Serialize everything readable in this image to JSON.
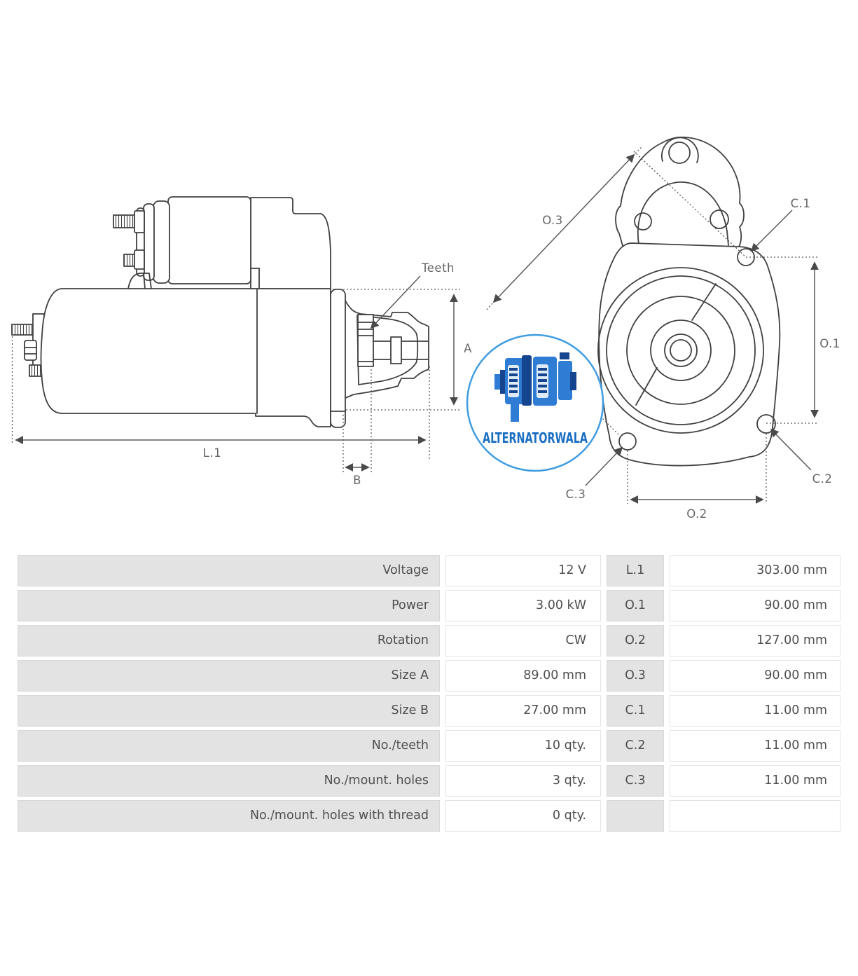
{
  "drawing": {
    "side_view": {
      "labels": {
        "teeth": "Teeth",
        "l1": "L.1",
        "b": "B",
        "a": "A"
      }
    },
    "front_view": {
      "labels": {
        "o3": "O.3",
        "o1": "O.1",
        "o2": "O.2",
        "c1": "C.1",
        "c2": "C.2",
        "c3": "C.3"
      }
    },
    "logo": {
      "text": "ALTERNATORWALA",
      "border_color": "#3f9ce0",
      "text_color": "#1b6ec2"
    }
  },
  "spec_table": {
    "rows": [
      {
        "label": "Voltage",
        "value": "12 V",
        "dim": "L.1",
        "dim_value": "303.00 mm"
      },
      {
        "label": "Power",
        "value": "3.00 kW",
        "dim": "O.1",
        "dim_value": "90.00 mm"
      },
      {
        "label": "Rotation",
        "value": "CW",
        "dim": "O.2",
        "dim_value": "127.00 mm"
      },
      {
        "label": "Size A",
        "value": "89.00 mm",
        "dim": "O.3",
        "dim_value": "90.00 mm"
      },
      {
        "label": "Size B",
        "value": "27.00 mm",
        "dim": "C.1",
        "dim_value": "11.00 mm"
      },
      {
        "label": "No./teeth",
        "value": "10 qty.",
        "dim": "C.2",
        "dim_value": "11.00 mm"
      },
      {
        "label": "No./mount. holes",
        "value": "3 qty.",
        "dim": "C.3",
        "dim_value": "11.00 mm"
      },
      {
        "label": "No./mount. holes with thread",
        "value": "0 qty.",
        "dim": "",
        "dim_value": ""
      }
    ]
  },
  "colors": {
    "line": "#404040",
    "dim_line": "#4a4a4a",
    "label_text": "#666666",
    "table_text": "#4f4f4f",
    "cell_gray": "#e3e3e3",
    "logo_border": "#3f9ce0",
    "logo_text": "#1b6ec2",
    "logo_icon_blue": "#2e7cd4",
    "logo_icon_dark": "#15458f"
  }
}
